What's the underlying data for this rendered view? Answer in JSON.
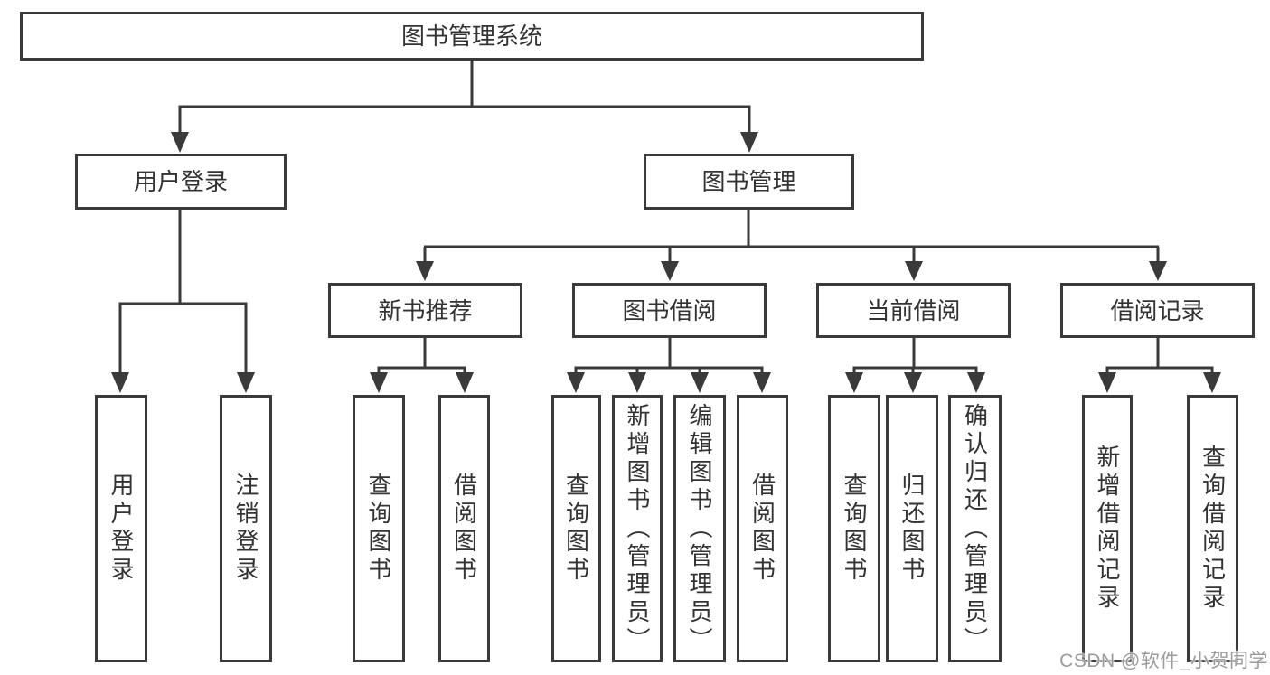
{
  "diagram": {
    "title": "图书管理系统",
    "type": "hierarchy-tree",
    "colors": {
      "line": "#3a3a3a",
      "box_border": "#3a3a3a",
      "box_fill": "#ffffff",
      "text": "#333333",
      "watermark_text": "#9b9b9b",
      "background": "#ffffff"
    },
    "tree": {
      "root": {
        "label": "图书管理系统"
      },
      "level2": [
        {
          "label": "用户登录",
          "parent": "图书管理系统"
        },
        {
          "label": "图书管理",
          "parent": "图书管理系统"
        }
      ],
      "level3": [
        {
          "label": "新书推荐",
          "parent": "图书管理"
        },
        {
          "label": "图书借阅",
          "parent": "图书管理"
        },
        {
          "label": "当前借阅",
          "parent": "图书管理"
        },
        {
          "label": "借阅记录",
          "parent": "图书管理"
        }
      ],
      "leaves": [
        {
          "label": "用户登录",
          "parent": "用户登录"
        },
        {
          "label": "注销登录",
          "parent": "用户登录"
        },
        {
          "label": "查询图书",
          "parent": "新书推荐"
        },
        {
          "label": "借阅图书",
          "parent": "新书推荐"
        },
        {
          "label": "查询图书",
          "parent": "图书借阅"
        },
        {
          "label": "新增图书（管理员）",
          "parent": "图书借阅"
        },
        {
          "label": "编辑图书（管理员）",
          "parent": "图书借阅"
        },
        {
          "label": "借阅图书",
          "parent": "图书借阅"
        },
        {
          "label": "查询图书",
          "parent": "当前借阅"
        },
        {
          "label": "归还图书",
          "parent": "当前借阅"
        },
        {
          "label": "确认归还（管理员）",
          "parent": "当前借阅"
        },
        {
          "label": "新增借阅记录",
          "parent": "借阅记录"
        },
        {
          "label": "查询借阅记录",
          "parent": "借阅记录"
        }
      ]
    },
    "watermark": "CSDN @软件_小贺同学"
  }
}
